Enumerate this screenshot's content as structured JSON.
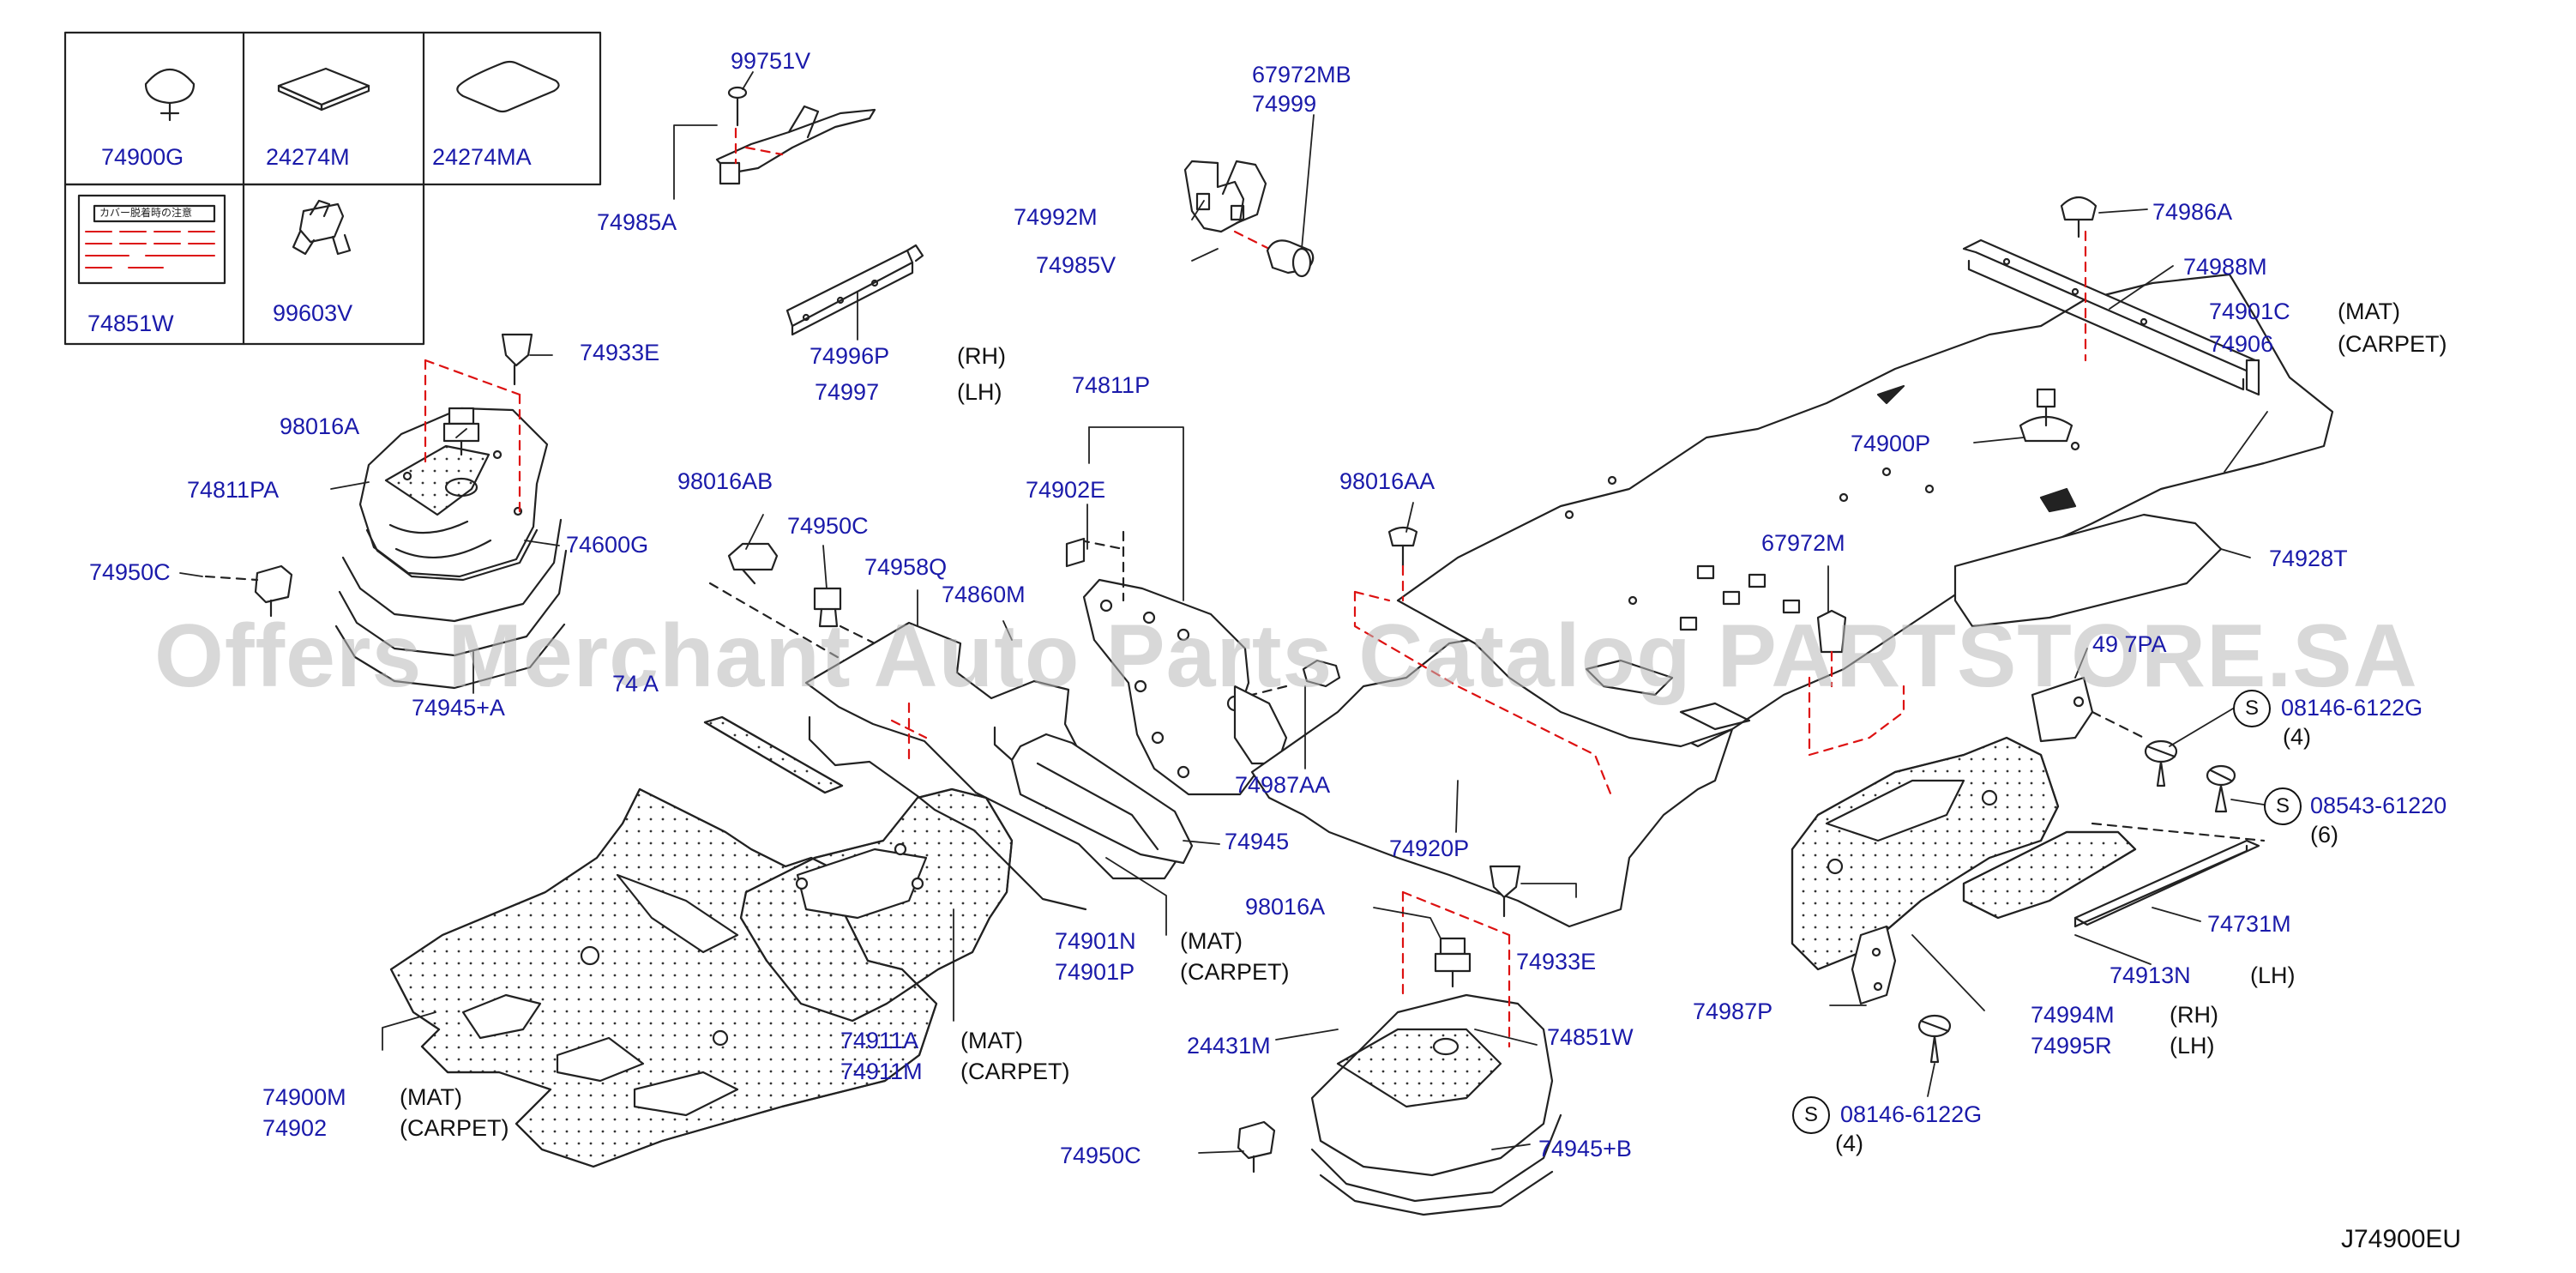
{
  "diagram_code": "J74900EU",
  "watermark": "Offers Merchant Auto Parts Catalog PARTSTORE.SA",
  "screw_symbol": "S",
  "legend_box": {
    "items": [
      {
        "part": "74900G",
        "icon": "push-clip-icon"
      },
      {
        "part": "24274M",
        "icon": "square-patch-icon"
      },
      {
        "part": "24274MA",
        "icon": "rounded-patch-icon"
      },
      {
        "part": "74851W",
        "icon": "caution-label-icon",
        "label_text": "カバー脱着時の注意"
      },
      {
        "part": "99603V",
        "icon": "clip-icon"
      }
    ]
  },
  "callouts": {
    "p99751V": "99751V",
    "p74985A": "74985A",
    "p67972MB": "67972MB",
    "p74999": "74999",
    "p74992M": "74992M",
    "p74985V": "74985V",
    "p74996P": "74996P",
    "q74996P": "(RH)",
    "p74997": "74997",
    "q74997": "(LH)",
    "p74933E_a": "74933E",
    "p98016A_a": "98016A",
    "p74811PA": "74811PA",
    "p74600G": "74600G",
    "p74950C_a": "74950C",
    "p74945A": "74945+A",
    "p98016AB": "98016AB",
    "p74950C_b": "74950C",
    "p74958Q": "74958Q",
    "p74860M": "74860M",
    "p74958A_partial": "74   A",
    "p74811P": "74811P",
    "p74902E": "74902E",
    "p98016AA": "98016AA",
    "p74987AA": "74987AA",
    "p74945": "74945",
    "p74901N": "74901N",
    "q74901N": "(MAT)",
    "p74901P": "74901P",
    "q74901P": "(CARPET)",
    "p74911A": "74911A",
    "q74911A": "(MAT)",
    "p74911M": "74911M",
    "q74911M": "(CARPET)",
    "p74900M": "74900M",
    "q74900M": "(MAT)",
    "p74902": "74902",
    "q74902": "(CARPET)",
    "p98016A_b": "98016A",
    "p74933E_b": "74933E",
    "p74920P": "74920P",
    "p24431M": "24431M",
    "p74851W": "74851W",
    "p74950C_c": "74950C",
    "p74945B": "74945+B",
    "p74986A": "74986A",
    "p74988M": "74988M",
    "p74901C": "74901C",
    "q74901C": "(MAT)",
    "p74906": "74906",
    "q74906": "(CARPET)",
    "p74900P": "74900P",
    "p74928T": "74928T",
    "p67972M": "67972M",
    "p4997PA_partial": "49 7PA",
    "p08146_a": "08146-6122G",
    "q08146_a": "(4)",
    "p08543": "08543-61220",
    "q08543": "(6)",
    "p74731M": "74731M",
    "p74913N": "74913N",
    "q74913N": "(LH)",
    "p74987P": "74987P",
    "p74994M": "74994M",
    "q74994M": "(RH)",
    "p74995R": "74995R",
    "q74995R": "(LH)",
    "p08146_b": "08146-6122G",
    "q08146_b": "(4)"
  },
  "colors": {
    "part_number": "#1a1aaa",
    "line_art": "#222222",
    "dash": "#dd1111",
    "watermark": "#b9b9b9"
  }
}
